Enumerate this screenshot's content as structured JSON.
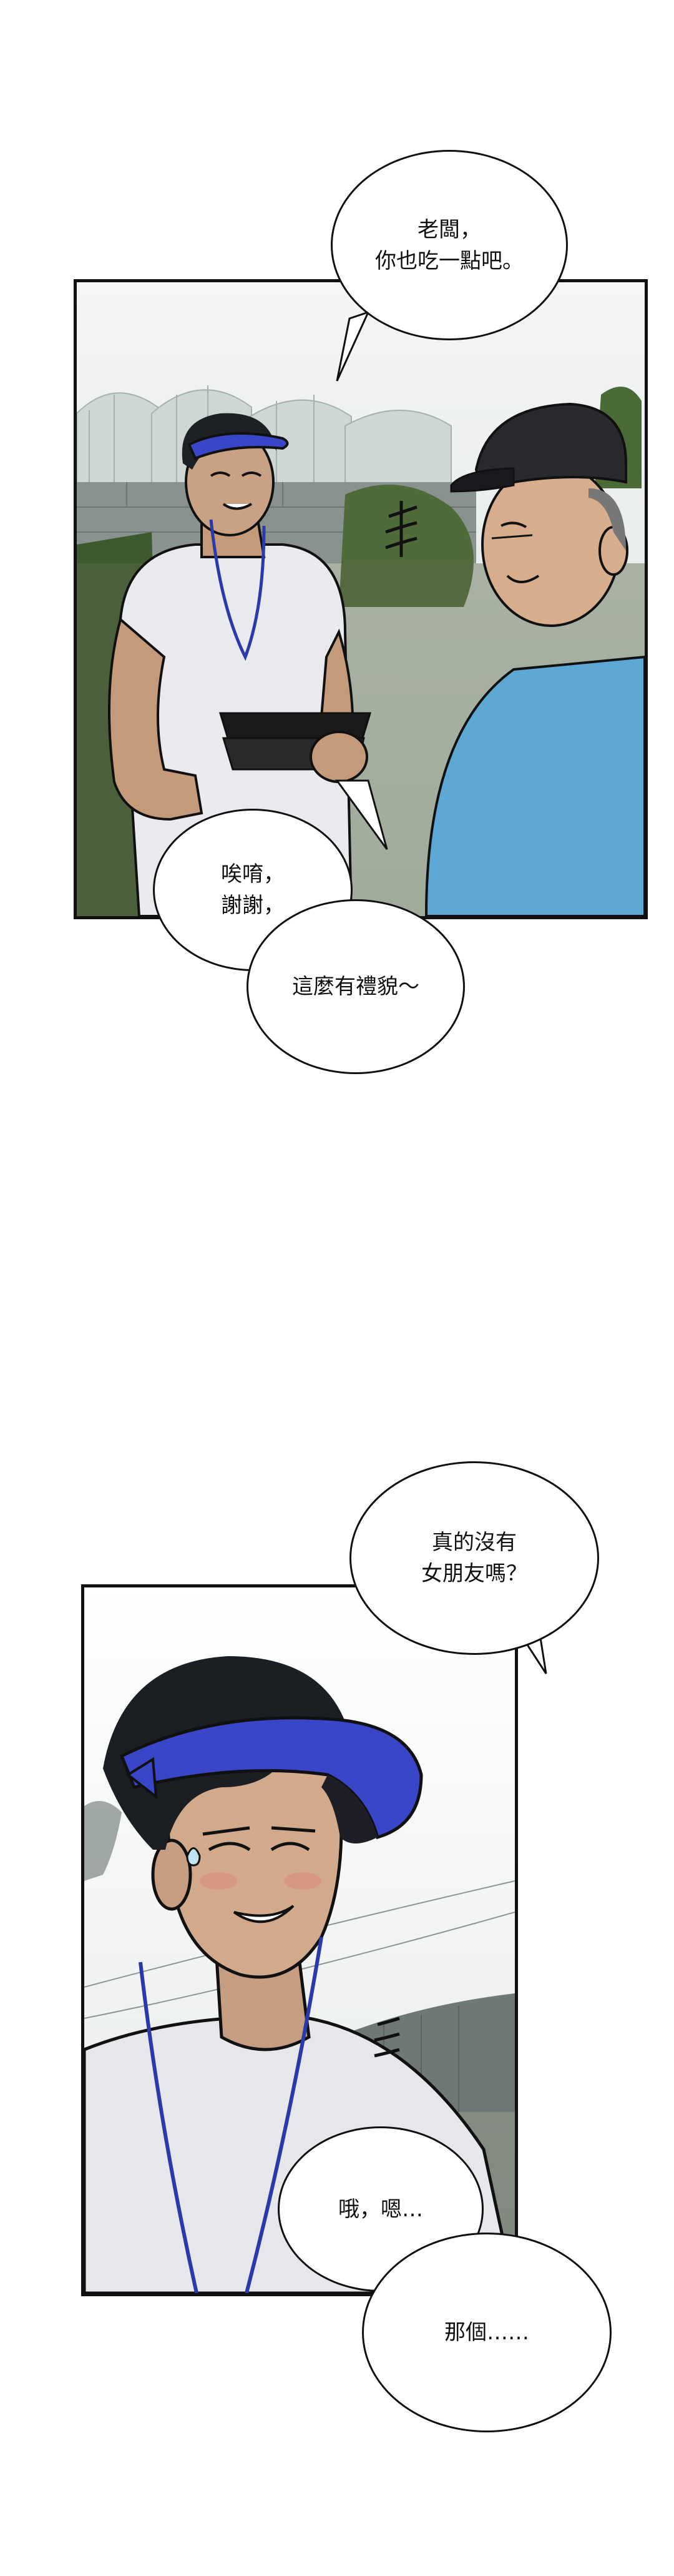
{
  "panels": [
    {
      "bubbles": [
        {
          "text": "老闆，\n你也吃一點吧。"
        },
        {
          "text": "唉唷，\n謝謝，"
        },
        {
          "text": "這麼有禮貌～"
        }
      ]
    },
    {
      "bubbles": [
        {
          "text": "真的沒有\n女朋友嗎？"
        },
        {
          "text": "哦，嗯…"
        },
        {
          "text": "那個……"
        }
      ]
    }
  ],
  "colors": {
    "panel_border": "#111111",
    "visor_blue": "#3a46c8",
    "shirt_blue": "#5da7d4",
    "cap_dark": "#2a2a2e",
    "sky_mist": "#dfe6e3",
    "greenery": "#4f6b3a"
  }
}
